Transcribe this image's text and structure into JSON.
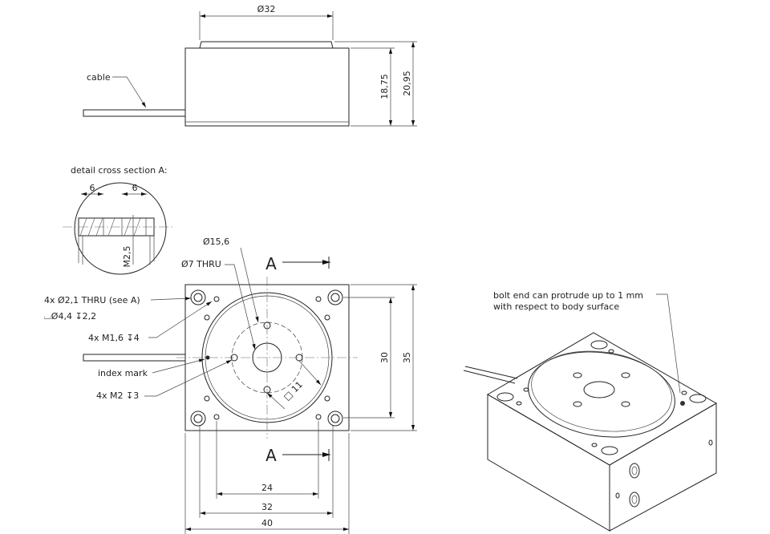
{
  "side_view": {
    "dim_top_diameter": "Ø32",
    "dim_height_body": "18,75",
    "dim_height_total": "20,95",
    "cable_label": "cable"
  },
  "detail": {
    "title": "detail cross section A:",
    "dim_left": "6",
    "dim_right": "6",
    "thread": "M2,5"
  },
  "top_view": {
    "dim_inner_diameter": "Ø15,6",
    "dim_center_hole": "Ø7  THRU",
    "section_marker": "A",
    "callout_mount_holes": "4x  Ø2,1  THRU (see A)",
    "callout_counterbore": "⌴Ø4,4 ↧2,2",
    "callout_m16": "4x  M1,6  ↧4",
    "callout_index": "index mark",
    "callout_m2": "4x  M2  ↧3",
    "dim_square": "□ 11",
    "dim_24": "24",
    "dim_32": "32",
    "dim_40": "40",
    "dim_30": "30",
    "dim_35": "35"
  },
  "iso_view": {
    "note_line1": "bolt end can protrude up to 1 mm",
    "note_line2": "with respect to body surface"
  }
}
